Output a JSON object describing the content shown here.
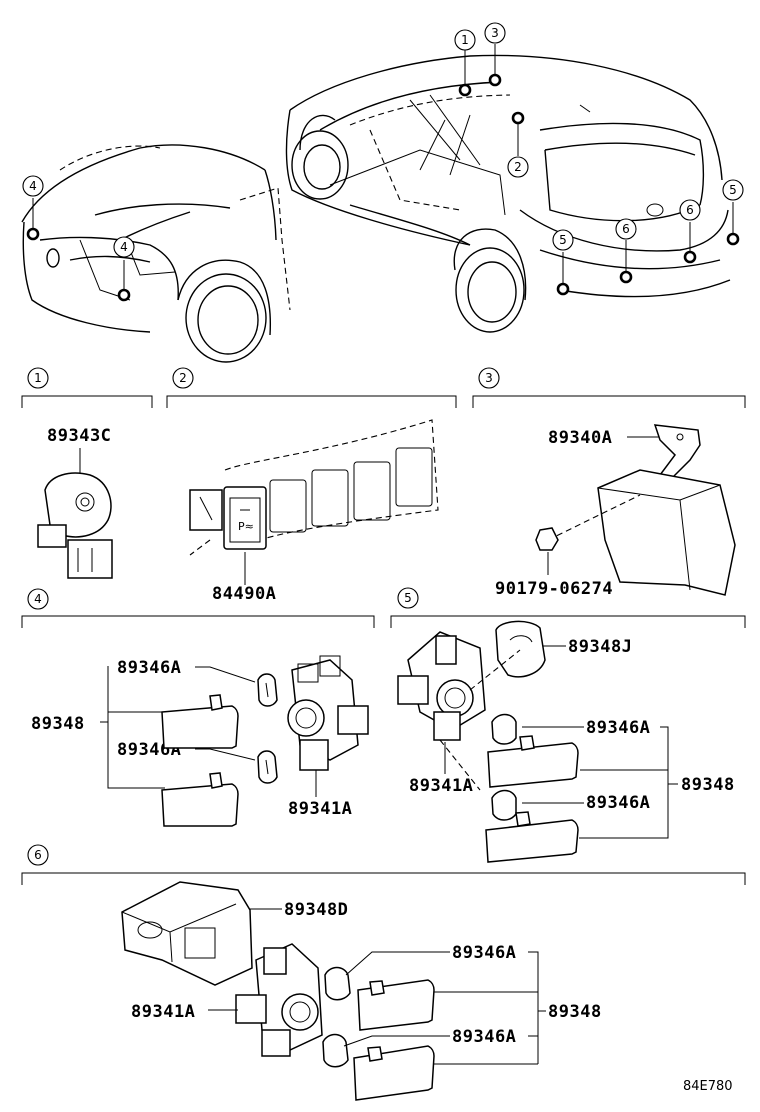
{
  "diagram_code": "84E780",
  "callouts": {
    "top": [
      "1",
      "3",
      "2",
      "4",
      "4",
      "5",
      "6",
      "6",
      "5"
    ],
    "sections": [
      "1",
      "2",
      "3",
      "4",
      "5",
      "6"
    ]
  },
  "parts": {
    "s1_sensor": "89343C",
    "s2_switch": "84490A",
    "s3_computer": "89340A",
    "s3_bolt": "90179-06274",
    "s4_retainer_upper": "89346A",
    "s4_retainer_lower": "89346A",
    "s4_pad": "89348",
    "s4_sensor": "89341A",
    "s5_cover": "89348J",
    "s5_retainer_upper": "89346A",
    "s5_retainer_lower": "89346A",
    "s5_pad": "89348",
    "s5_sensor": "89341A",
    "s6_bracket": "89348D",
    "s6_sensor": "89341A",
    "s6_retainer_upper": "89346A",
    "s6_retainer_lower": "89346A",
    "s6_pad": "89348"
  }
}
